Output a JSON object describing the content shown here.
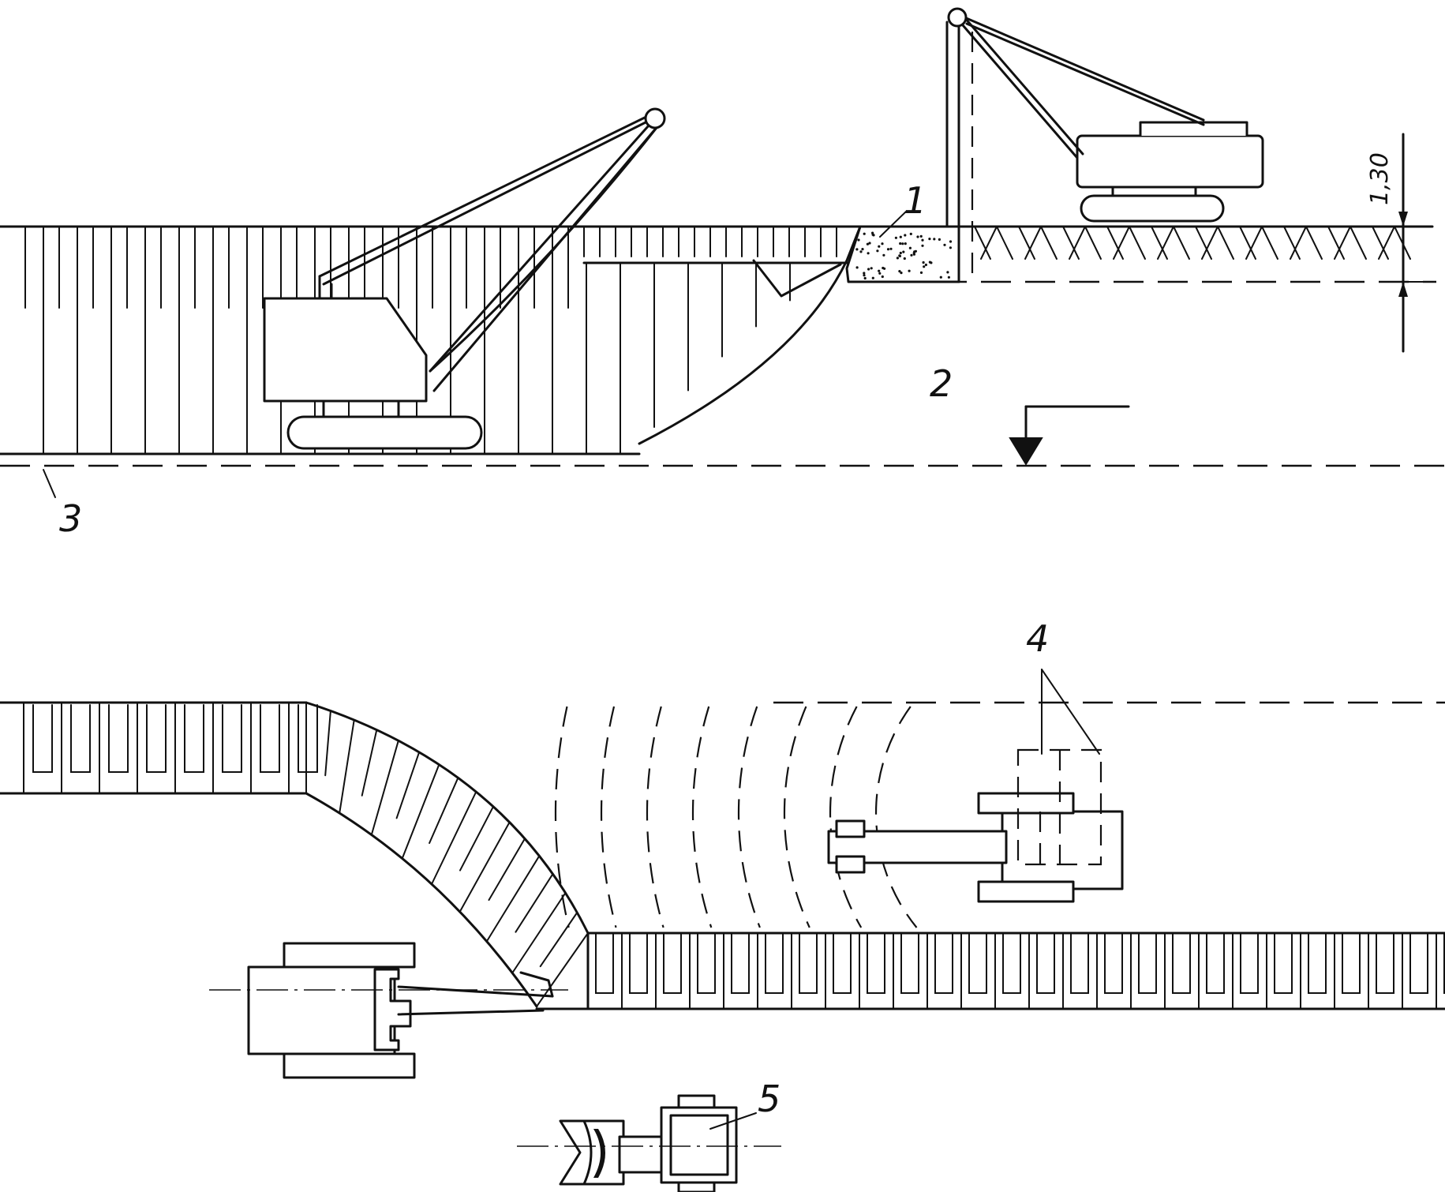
{
  "labels": {
    "callout_1": "1",
    "callout_2": "2",
    "callout_3": "3",
    "callout_4": "4",
    "callout_5": "5"
  },
  "dimension": {
    "depth": "1,30"
  }
}
